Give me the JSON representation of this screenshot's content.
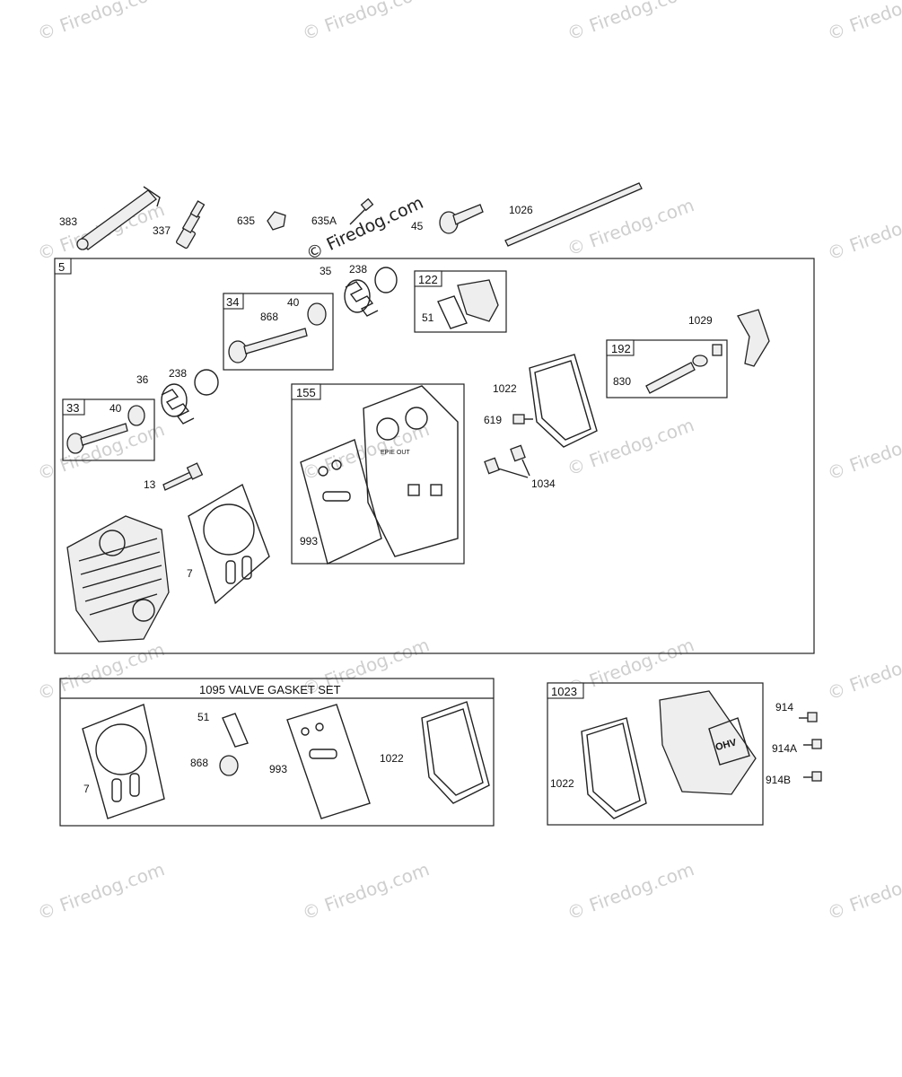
{
  "watermark": "© Firedog.com",
  "main_assembly": {
    "id": "5",
    "sub_groups": [
      {
        "id": "33",
        "labels": [
          "40"
        ]
      },
      {
        "id": "34",
        "labels": [
          "40",
          "868"
        ]
      },
      {
        "id": "155",
        "labels": [
          "993"
        ]
      },
      {
        "id": "122",
        "labels": [
          "51"
        ]
      },
      {
        "id": "192",
        "labels": [
          "830"
        ]
      }
    ]
  },
  "labels": {
    "p383": "383",
    "p337": "337",
    "p635": "635",
    "p635a": "635A",
    "p45": "45",
    "p1026": "1026",
    "p35": "35",
    "p238a": "238",
    "p36": "36",
    "p238b": "238",
    "p13": "13",
    "p7": "7",
    "p1022": "1022",
    "p619": "619",
    "p1034": "1034",
    "p1029": "1029"
  },
  "gasket_set": {
    "title": "1095 VALVE GASKET SET",
    "labels": {
      "g7": "7",
      "g51": "51",
      "g868": "868",
      "g993": "993",
      "g1022": "1022"
    }
  },
  "cover_group": {
    "id": "1023",
    "labels": {
      "c1022": "1022",
      "c914": "914",
      "c914a": "914A",
      "c914b": "914B"
    },
    "logo_text": "OHV"
  },
  "head_gasket_marking": "EPIE OUT"
}
